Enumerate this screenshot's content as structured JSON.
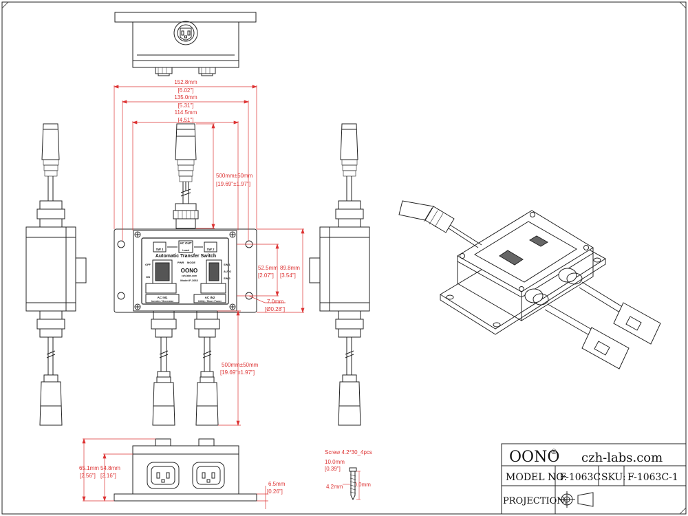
{
  "panel": {
    "header_left": "SW 1",
    "header_mid_line1": "AC OUT",
    "header_mid_line2": "Load",
    "header_right": "SW 2",
    "title": "Automatic Transfer Switch",
    "pwr": "PWR",
    "mode": "MODE",
    "off": "OFF",
    "on": "ON",
    "sw1": "SW 1",
    "auto": "AUTO",
    "sw2": "SW 2",
    "brand": "OONO",
    "brand_url": "czh-labs.com",
    "model": "Model:F-1063",
    "in1": "AC IN1",
    "in1_sub": "Inverter / Generator",
    "in2": "AC IN2",
    "in2_sub": "Utility / Shore Power"
  },
  "dimensions": {
    "w1": "152.8mm",
    "w1_in": "[6.02\"]",
    "w2": "135.0mm",
    "w2_in": "[5.31\"]",
    "w3": "114.5mm",
    "w3_in": "[4.51\"]",
    "cable_top": "500mm±50mm",
    "cable_top_in": "[19.69\"±1.97\"]",
    "h1": "52.5mm",
    "h1_in": "[2.07\"]",
    "h2": "89.8mm",
    "h2_in": "[3.54\"]",
    "hole": "7.0mm",
    "hole_in": "[Ø0.28\"]",
    "cable_bot": "500mm±50mm",
    "cable_bot_in": "[19.69\"±1.97\"]",
    "v1": "65.1mm",
    "v1_in": "[2.56\"]",
    "v2": "54.8mm",
    "v2_in": "[2.16\"]",
    "base": "6.5mm",
    "base_in": "[0.26\"]"
  },
  "screw": {
    "title": "Screw  4.2*30_4pcs",
    "head": "10.0mm",
    "head_in": "[0.39\"]",
    "dia": "4.2mm",
    "len": "30.0mm"
  },
  "title_block": {
    "brand": "OONO",
    "reg": "®",
    "site": "czh-labs.com",
    "model_label": "MODEL NO:",
    "model_value": "F-1063C",
    "sku_label": "SKU:",
    "sku_value": "F-1063C-1",
    "projection_label": "PROJECTION:"
  }
}
